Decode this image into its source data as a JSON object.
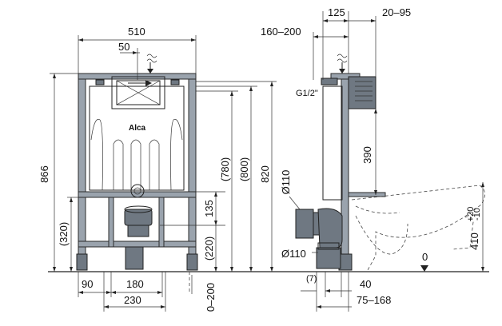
{
  "brand": {
    "logo_text": "Alca"
  },
  "front_view": {
    "dim_width_total": "510",
    "dim_pipe_offset": "50",
    "dim_height_total": "866",
    "dim_bottom_320": "(320)",
    "dim_135": "135",
    "dim_220": "(220)",
    "dim_780": "(780)",
    "dim_800": "(800)",
    "dim_820": "820",
    "dim_90": "90",
    "dim_180": "180",
    "dim_230": "230",
    "dim_0_200": "0–200"
  },
  "side_view": {
    "dim_125": "125",
    "dim_20_95": "20–95",
    "dim_160_200": "160–200",
    "label_g12": "G1/2\"",
    "dim_390": "390",
    "dim_d110_upper": "Ø110",
    "dim_d110_lower": "Ø110",
    "dim_7": "(7)",
    "dim_40": "40",
    "dim_75_168": "75–168",
    "dim_0_level": "0",
    "dim_410_main": "410",
    "dim_410_tol_plus": "+20",
    "dim_410_tol_minus": "-10"
  },
  "colors": {
    "frame": "#9aa3ad",
    "frame_dark": "#6f7882",
    "lines": "#222222"
  }
}
